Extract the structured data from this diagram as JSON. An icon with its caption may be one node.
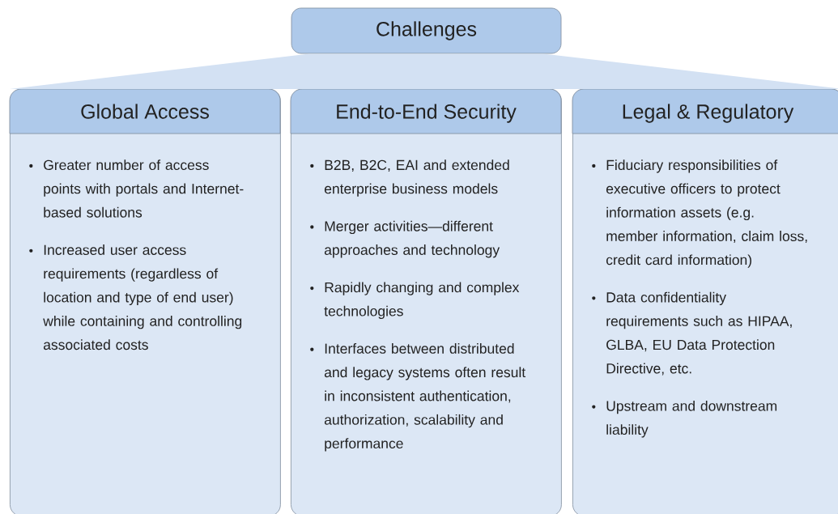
{
  "diagram": {
    "nodes": [
      {
        "text": [
          "Challenges"
        ]
      },
      {
        "text": [
          "Global Access",
          "Greater number of access points with portals and Internet-based solutions",
          "Increased user access requirements (regardless of location and type of end user) while containing and controlling associated costs"
        ]
      },
      {
        "text": [
          "End-to-End Security",
          "B2B, B2C, EAI and extended enterprise business models",
          "Merger activities—different approaches and technology",
          "Rapidly changing and complex technologies",
          "Interfaces between distributed and legacy systems often result in inconsistent authentication, authorization, scalability and performance"
        ]
      },
      {
        "text": [
          "Legal & Regulatory",
          "Fiduciary responsibilities of executive officers to protect information assets (e.g. member information, claim loss, credit card information)",
          "Data confidentiality requirements such as HIPAA, GLBA, EU Data Protection Directive, etc.",
          "Upstream and downstream liability"
        ]
      }
    ],
    "edges": [
      {
        "from": 0,
        "to": 1,
        "arrow": "none"
      },
      {
        "from": 0,
        "to": 2,
        "arrow": "none"
      },
      {
        "from": 0,
        "to": 3,
        "arrow": "none"
      }
    ]
  }
}
